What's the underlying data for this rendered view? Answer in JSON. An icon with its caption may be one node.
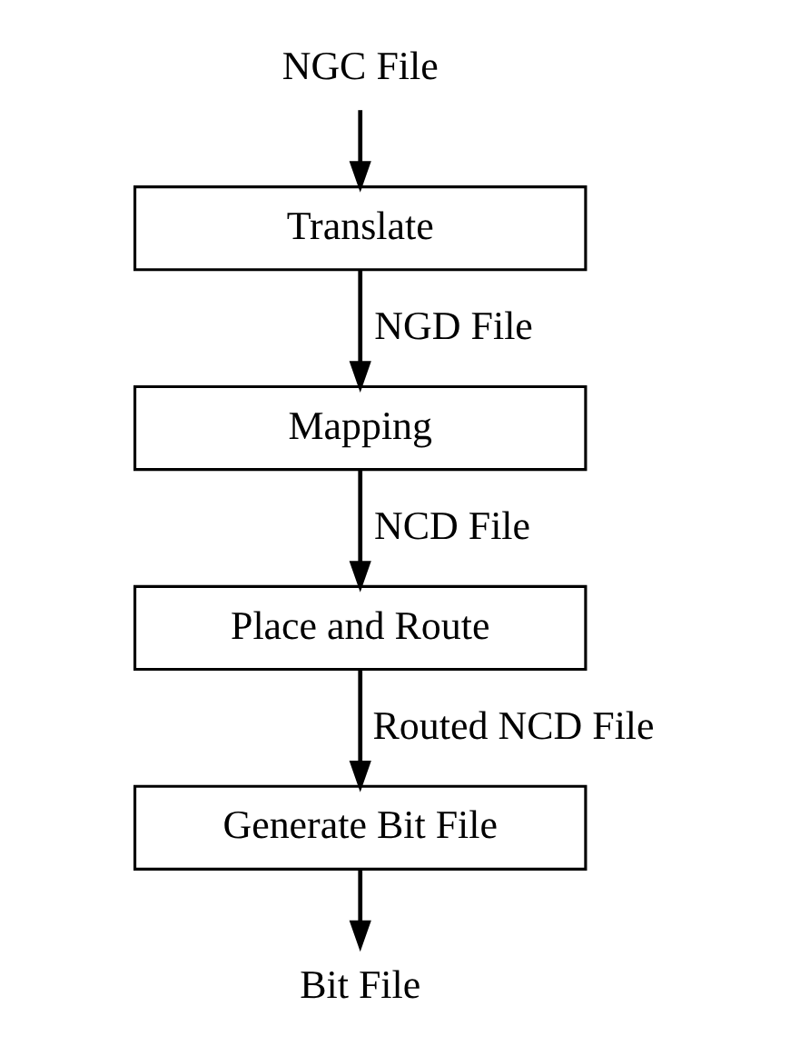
{
  "diagram": {
    "nodes": [
      {
        "text": [
          "NGC File"
        ]
      },
      {
        "text": [
          "Translate"
        ]
      },
      {
        "text": [
          "Mapping"
        ]
      },
      {
        "text": [
          "Place and Route"
        ]
      },
      {
        "text": [
          "Generate Bit File"
        ]
      },
      {
        "text": [
          "Bit File"
        ]
      }
    ],
    "edges": [
      {
        "from": 0,
        "to": 1,
        "arrow": "to"
      },
      {
        "from": 1,
        "to": 2,
        "arrow": "to",
        "label": "NGD File"
      },
      {
        "from": 2,
        "to": 3,
        "arrow": "to",
        "label": "NCD File"
      },
      {
        "from": 3,
        "to": 4,
        "arrow": "to",
        "label": "Routed NCD File"
      },
      {
        "from": 4,
        "to": 5,
        "arrow": "to"
      }
    ]
  }
}
